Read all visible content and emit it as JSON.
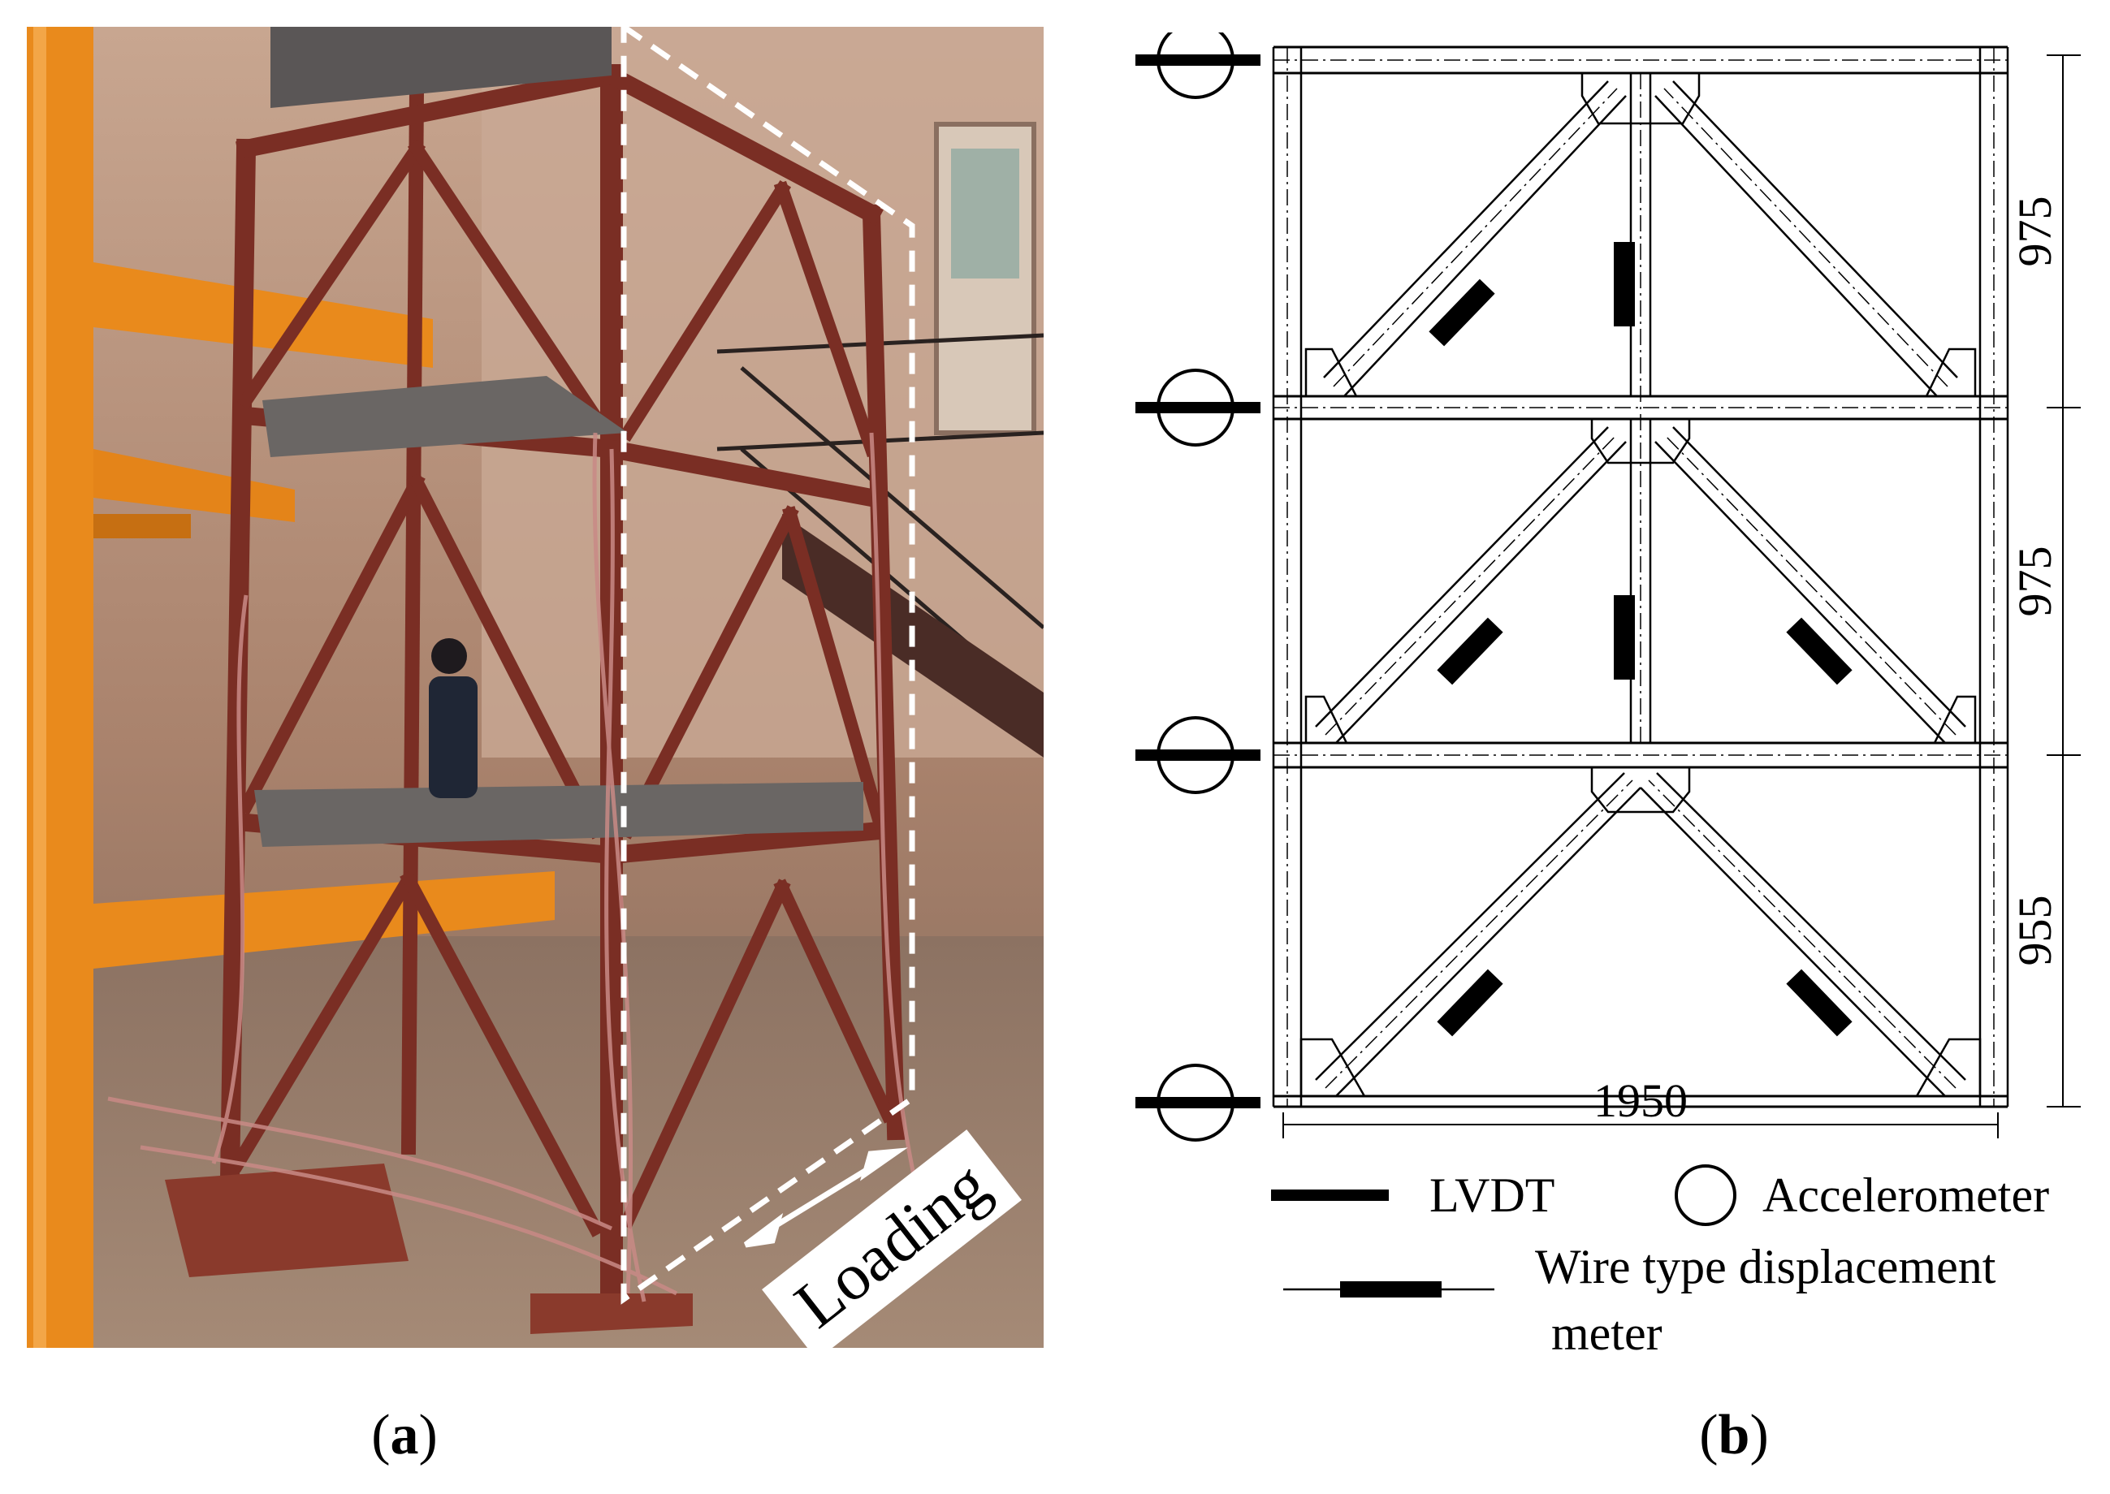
{
  "panel_a": {
    "loading_label": "Loading",
    "caption_letter": "a",
    "colors": {
      "frame": "#7a2e24",
      "orange_rig": "#e98a1c",
      "bg": "#b68a72",
      "floor": "#8a7060"
    }
  },
  "panel_b": {
    "caption_letter": "b",
    "dimensions": {
      "story_1": "975",
      "story_2": "975",
      "story_3": "955",
      "width": "1950"
    },
    "legend": {
      "lvdt": "LVDT",
      "accelerometer": "Accelerometer",
      "wire_meter_line1": "Wire type displacement",
      "wire_meter_line2": "meter"
    }
  },
  "icons": [
    "lvdt-symbol-icon",
    "accelerometer-symbol-icon",
    "wire-displacement-meter-icon",
    "double-arrow-icon"
  ]
}
